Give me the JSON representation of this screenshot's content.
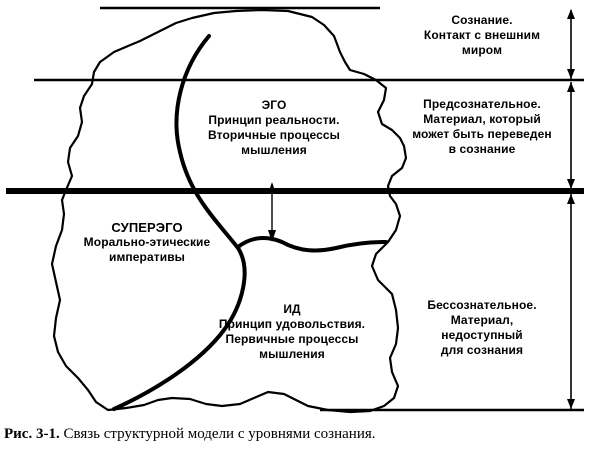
{
  "diagram": {
    "levels": {
      "conscious": [
        "Сознание.",
        "Контакт с внешним",
        "миром"
      ],
      "preconscious": [
        "Предсознательное.",
        "Материал, который",
        "может  быть переведен",
        "в сознание"
      ],
      "unconscious": [
        "Бессознательное.",
        "Материал,",
        "недоступный",
        "для сознания"
      ]
    },
    "structures": {
      "ego": [
        "ЭГО",
        "Принцип реальности.",
        "Вторичные процессы",
        "мышления"
      ],
      "superego": [
        "СУПЕРЭГО",
        "Морально-этические",
        "императивы"
      ],
      "id": [
        "ИД",
        "Принцип удовольствия.",
        "Первичные процессы",
        "мышления"
      ]
    }
  },
  "caption": {
    "label": "Рис. 3-1.",
    "text": " Связь структурной модели с уровнями сознания."
  }
}
